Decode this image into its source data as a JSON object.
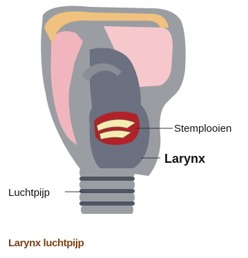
{
  "diagram": {
    "labels": {
      "vocal_folds": "Stemplooien",
      "larynx": "Larynx",
      "trachea": "Luchtpijp"
    }
  },
  "caption": "Larynx luchtpijp",
  "colors": {
    "outline": "#9a9ea3",
    "inner_gray": "#6b7180",
    "dark_gray": "#4f5563",
    "pink": "#f1b6bd",
    "light_pink": "#f6c8cc",
    "orange": "#f1c27d",
    "red": "#b2212a",
    "fold_cream": "#f3ecb4",
    "caption": "#7a4317"
  }
}
